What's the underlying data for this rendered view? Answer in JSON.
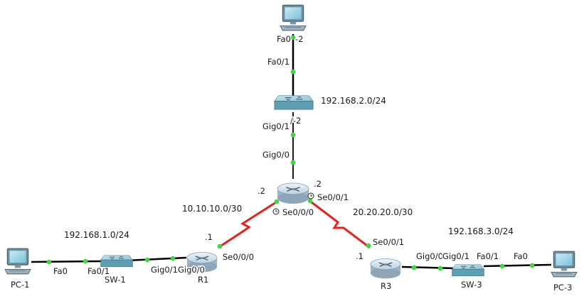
{
  "devices": {
    "pc_top": {
      "name": ""
    },
    "switch_mid": {
      "name": ""
    },
    "router_center": {
      "name": ""
    },
    "router_left": {
      "name": "R1"
    },
    "router_right": {
      "name": "R3"
    },
    "switch_left": {
      "name": "SW-1"
    },
    "switch_right": {
      "name": "SW-3"
    },
    "pc_left": {
      "name": "PC-1"
    },
    "pc_right": {
      "name": "PC-3"
    }
  },
  "networks": {
    "lan_top": "192.168.2.0/24",
    "lan_left": "192.168.1.0/24",
    "lan_right": "192.168.3.0/24",
    "wan_left": "10.10.10.0/30",
    "wan_right": "20.20.20.0/30"
  },
  "ports": {
    "pc_top_fa0": "Fa0",
    "pc_top_suffix": "-2",
    "sw_top_fa01": "Fa0/1",
    "sw_mid_suffix": "/-2",
    "sw_mid_gig01": "Gig0/1",
    "rc_gig00": "Gig0/0",
    "rc_se001": "Se0/0/1",
    "rc_se000": "Se0/0/0",
    "rc_host_left": ".2",
    "rc_host_right": ".2",
    "r1_host": ".1",
    "r1_se000": "Se0/0/0",
    "r1_gig00": "Gig0/0",
    "sw1_gig01": "Gig0/1",
    "sw1_fa01": "Fa0/1",
    "pc1_fa0": "Fa0",
    "r3_host": ".1",
    "r3_se001": "Se0/0/1",
    "r3_gig0": "Gig0/0",
    "sw3_gig01": "Gig0/1",
    "sw3_fa01": "Fa0/1",
    "pc3_fa0": "Fa0"
  },
  "colors": {
    "ethernet": "#000000",
    "serial": "#e8211b",
    "link_up": "#3fd63f",
    "router_body": "#d3e3ee",
    "switch_body": "#8ec5d3",
    "pc_screen": "#9fd5e8"
  }
}
